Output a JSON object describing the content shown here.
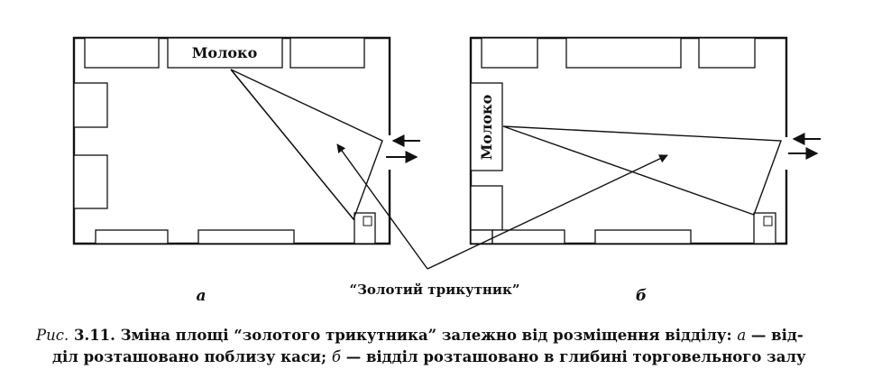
{
  "diagram": {
    "department_label": "Молоко",
    "golden_triangle_label": "“Золотий трикутник”",
    "panel_a_label": "а",
    "panel_b_label": "б"
  },
  "caption": {
    "prefix": "Рис.",
    "line1": " 3.11. Зміна площі “золотого трикутника” залежно від розміщення відділу: ",
    "a_letter": "а",
    "line1_tail": " — від-",
    "line2_head": "діл розташовано поблизу каси; ",
    "b_letter": "б",
    "line2_tail": " — відділ розташовано в глибині торговельного залу"
  }
}
